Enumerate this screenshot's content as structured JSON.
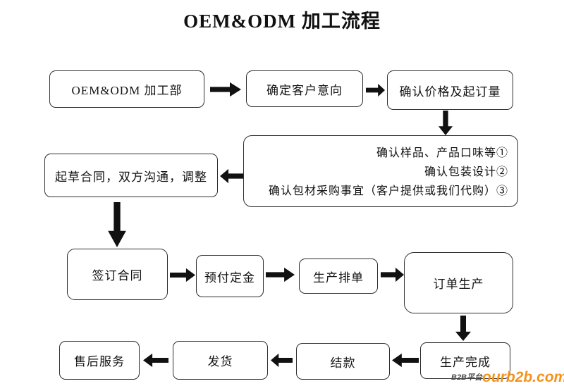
{
  "title": "OEM&ODM 加工流程",
  "nodes": {
    "dept": "OEM&ODM 加工部",
    "intent": "确定客户意向",
    "price": "确认价格及起订量",
    "confirm": {
      "line1": "确认样品、产品口味等①",
      "line2": "确认包装设计②",
      "line3": "确认包材采购事宜（客户提供或我们代购）③"
    },
    "draft": "起草合同，双方沟通，调整",
    "sign": "签订合同",
    "deposit": "预付定金",
    "schedule": "生产排单",
    "production": "订单生产",
    "complete": "生产完成",
    "settle": "结款",
    "ship": "发货",
    "aftersale": "售后服务"
  },
  "watermark": {
    "platform": "B2B平台",
    "site": "ourb2b.com"
  },
  "colors": {
    "arrow": "#111111",
    "box_border": "#2e2e2e",
    "watermark_site": "#F5921E",
    "watermark_platform": "#4a4a4a"
  }
}
